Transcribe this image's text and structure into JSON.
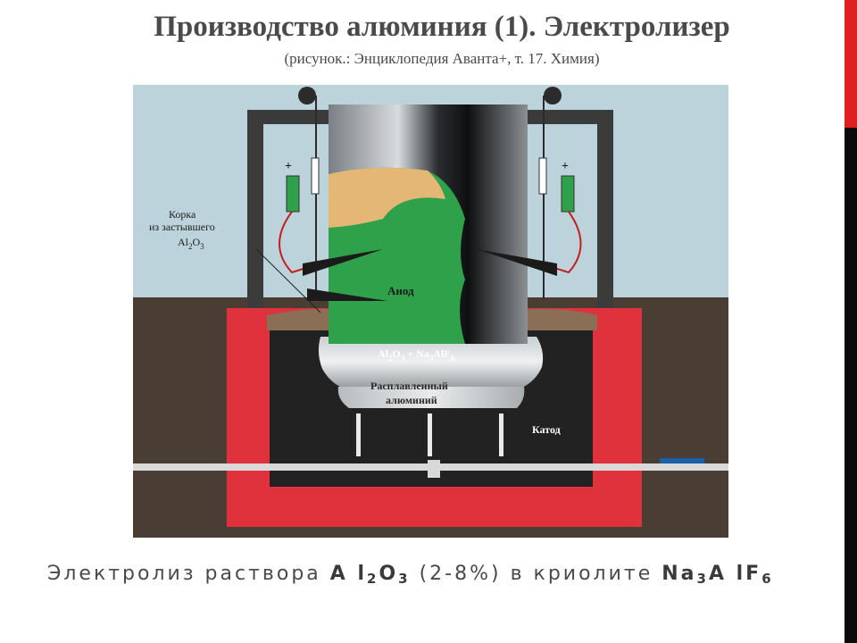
{
  "slide": {
    "title": "Производство алюминия (1). Электролизер",
    "subtitle": "(рисунок.: Энциклопедия Аванта+, т. 17. Химия)"
  },
  "figure": {
    "crust_label_line1": "Корка",
    "crust_label_line2": "из застывшего",
    "crust_label_formula": "Al",
    "crust_label_sub1": "2",
    "crust_label_o": "O",
    "crust_label_sub2": "3",
    "anode_label": "Анод",
    "electrolyte_label_al": "Al",
    "electrolyte_label_sub1": "2",
    "electrolyte_label_o": "O",
    "electrolyte_label_sub2": "3",
    "electrolyte_label_rest": " + Na",
    "electrolyte_label_sub3": "3",
    "electrolyte_label_alf": "AlF",
    "electrolyte_label_sub4": "6",
    "molten_label_line1": "Расплавленный",
    "molten_label_line2": "алюминий",
    "cathode_label": "Катод",
    "plus_left": "+",
    "plus_right": "+"
  },
  "caption": {
    "prefix": "Электролиз раствора ",
    "f1_a": "A l",
    "f1_sub1": "2",
    "f1_b": "O",
    "f1_sub2": "3",
    "middle": " (2-8%) в криолите ",
    "f2_a": "Na",
    "f2_sub1": "3",
    "f2_b": "A lF",
    "f2_sub2": "6"
  },
  "colors": {
    "accent_red": "#e0201f",
    "cell_red": "#e0323c",
    "anode_green": "#2fa14b",
    "tan": "#e4b777",
    "frame_bg": "#bcd3dc"
  }
}
